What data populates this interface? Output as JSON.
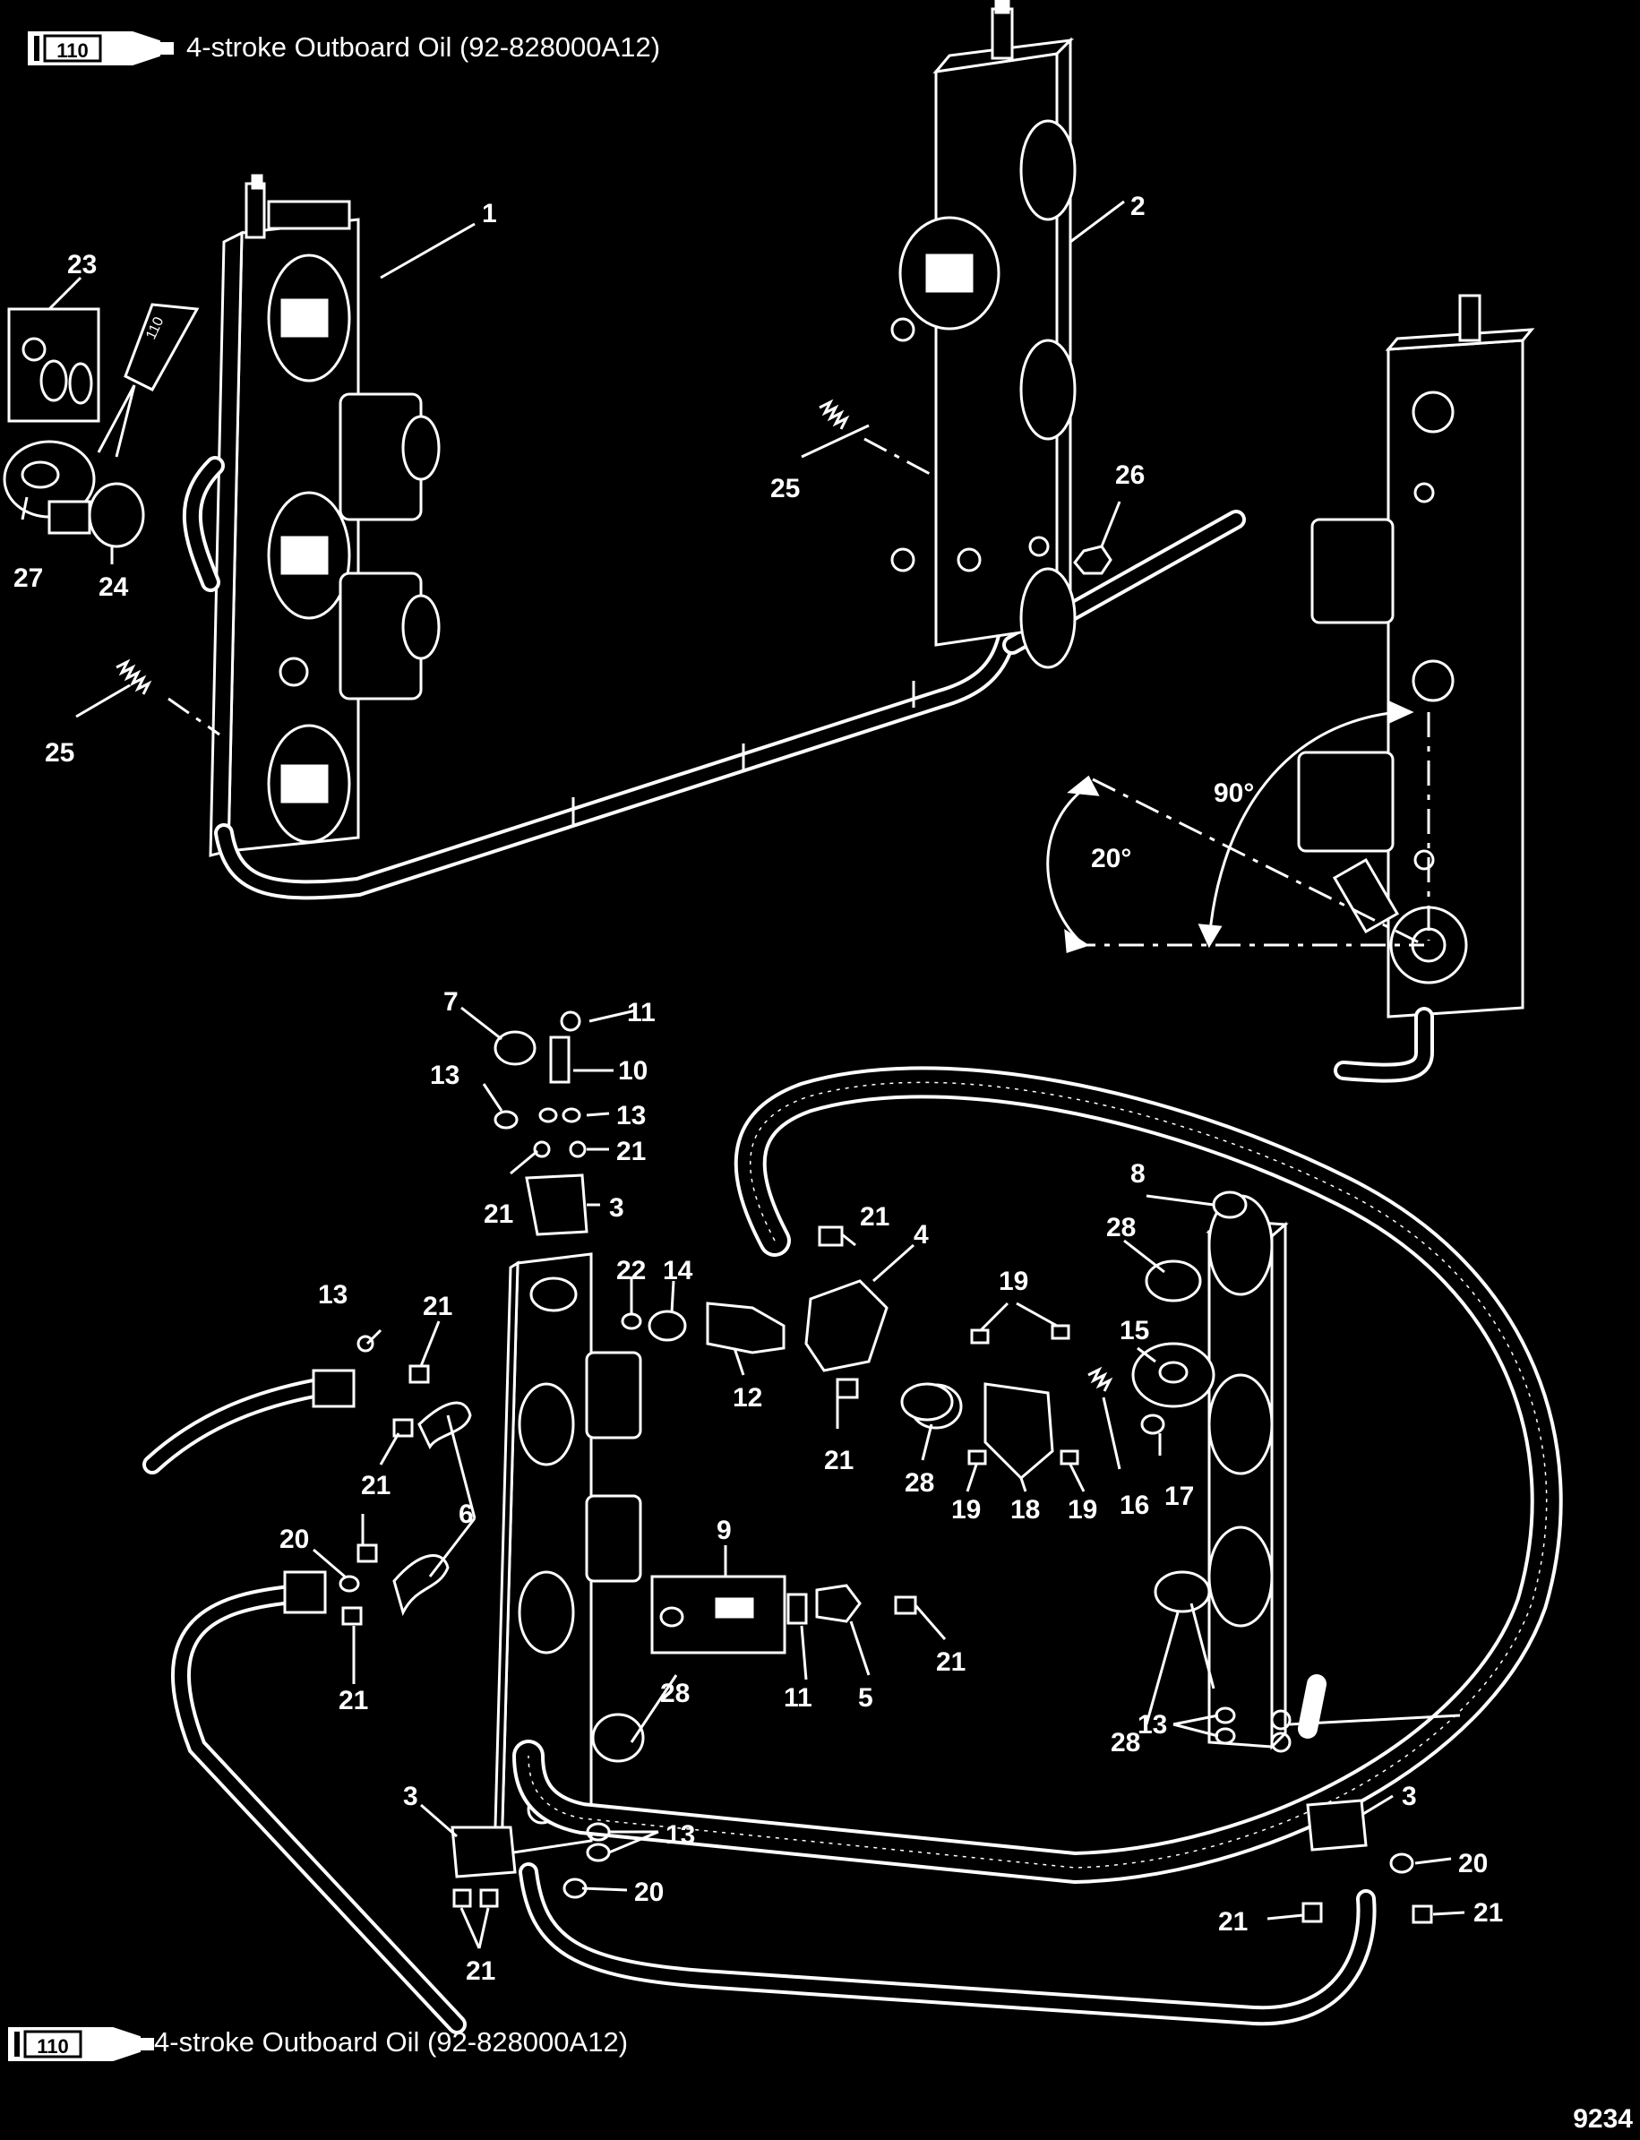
{
  "lube_callouts": [
    {
      "code": "110",
      "text": "4-stroke Outboard Oil (92-828000A12)"
    },
    {
      "code": "110",
      "text": "4-stroke Outboard Oil (92-828000A12)"
    }
  ],
  "angles": {
    "a1": "20°",
    "a2": "90°"
  },
  "figure_id": "9234",
  "labels": {
    "n1": "1",
    "n2": "2",
    "n3": "3",
    "n4": "4",
    "n5": "5",
    "n6": "6",
    "n7": "7",
    "n8": "8",
    "n9": "9",
    "n10": "10",
    "n11": "11",
    "n12": "12",
    "n13": "13",
    "n14": "14",
    "n15": "15",
    "n16": "16",
    "n17": "17",
    "n18": "18",
    "n19": "19",
    "n20": "20",
    "n21": "21",
    "n22": "22",
    "n23": "23",
    "n24": "24",
    "n25": "25",
    "n26": "26",
    "n27": "27",
    "n28": "28"
  },
  "colors": {
    "background": "#000000",
    "ink": "#ffffff"
  }
}
